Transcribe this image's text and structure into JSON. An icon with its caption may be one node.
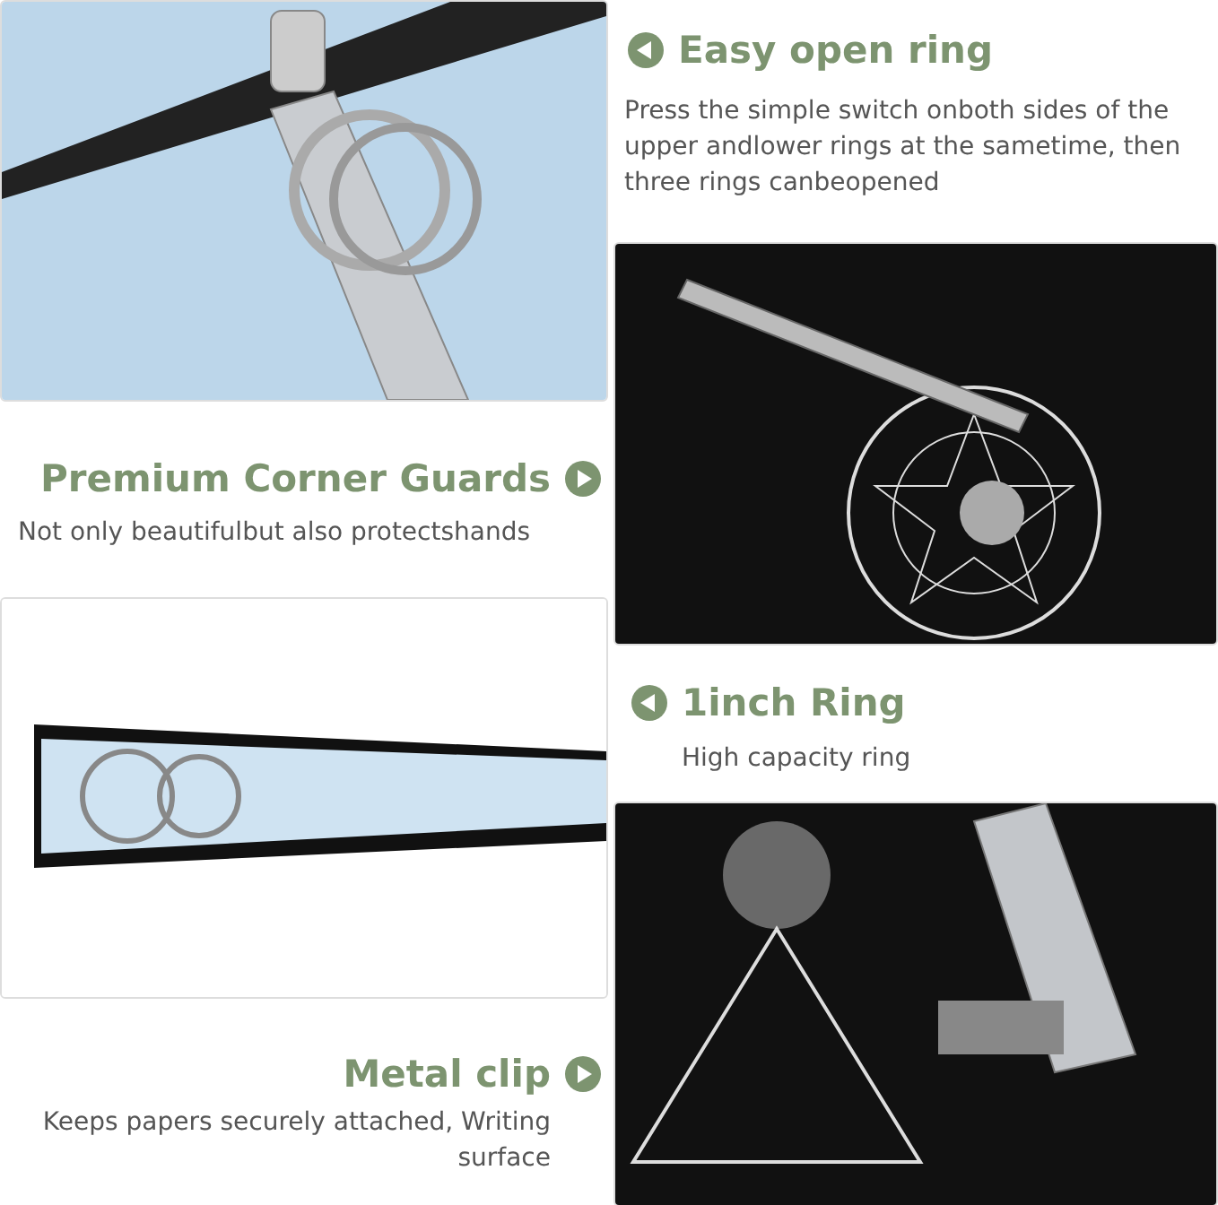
{
  "diagram": {
    "nodes": [
      {
        "text": [],
        "shape": "picture"
      },
      {
        "text": [],
        "shape": "picture"
      },
      {
        "text": [],
        "shape": "picture"
      },
      {
        "text": [],
        "shape": "picture"
      }
    ],
    "labels": [
      "Easy open ring",
      "Press the simple switch onboth sides of the upper andlower rings at the sametime, then three rings canbeopened",
      "Premium Corner Guards",
      "Not only beautifulbut also protectshands",
      "1inch Ring",
      "High capacity ring",
      "Metal clip",
      "Keeps papers securely attached, Writing surface"
    ]
  }
}
